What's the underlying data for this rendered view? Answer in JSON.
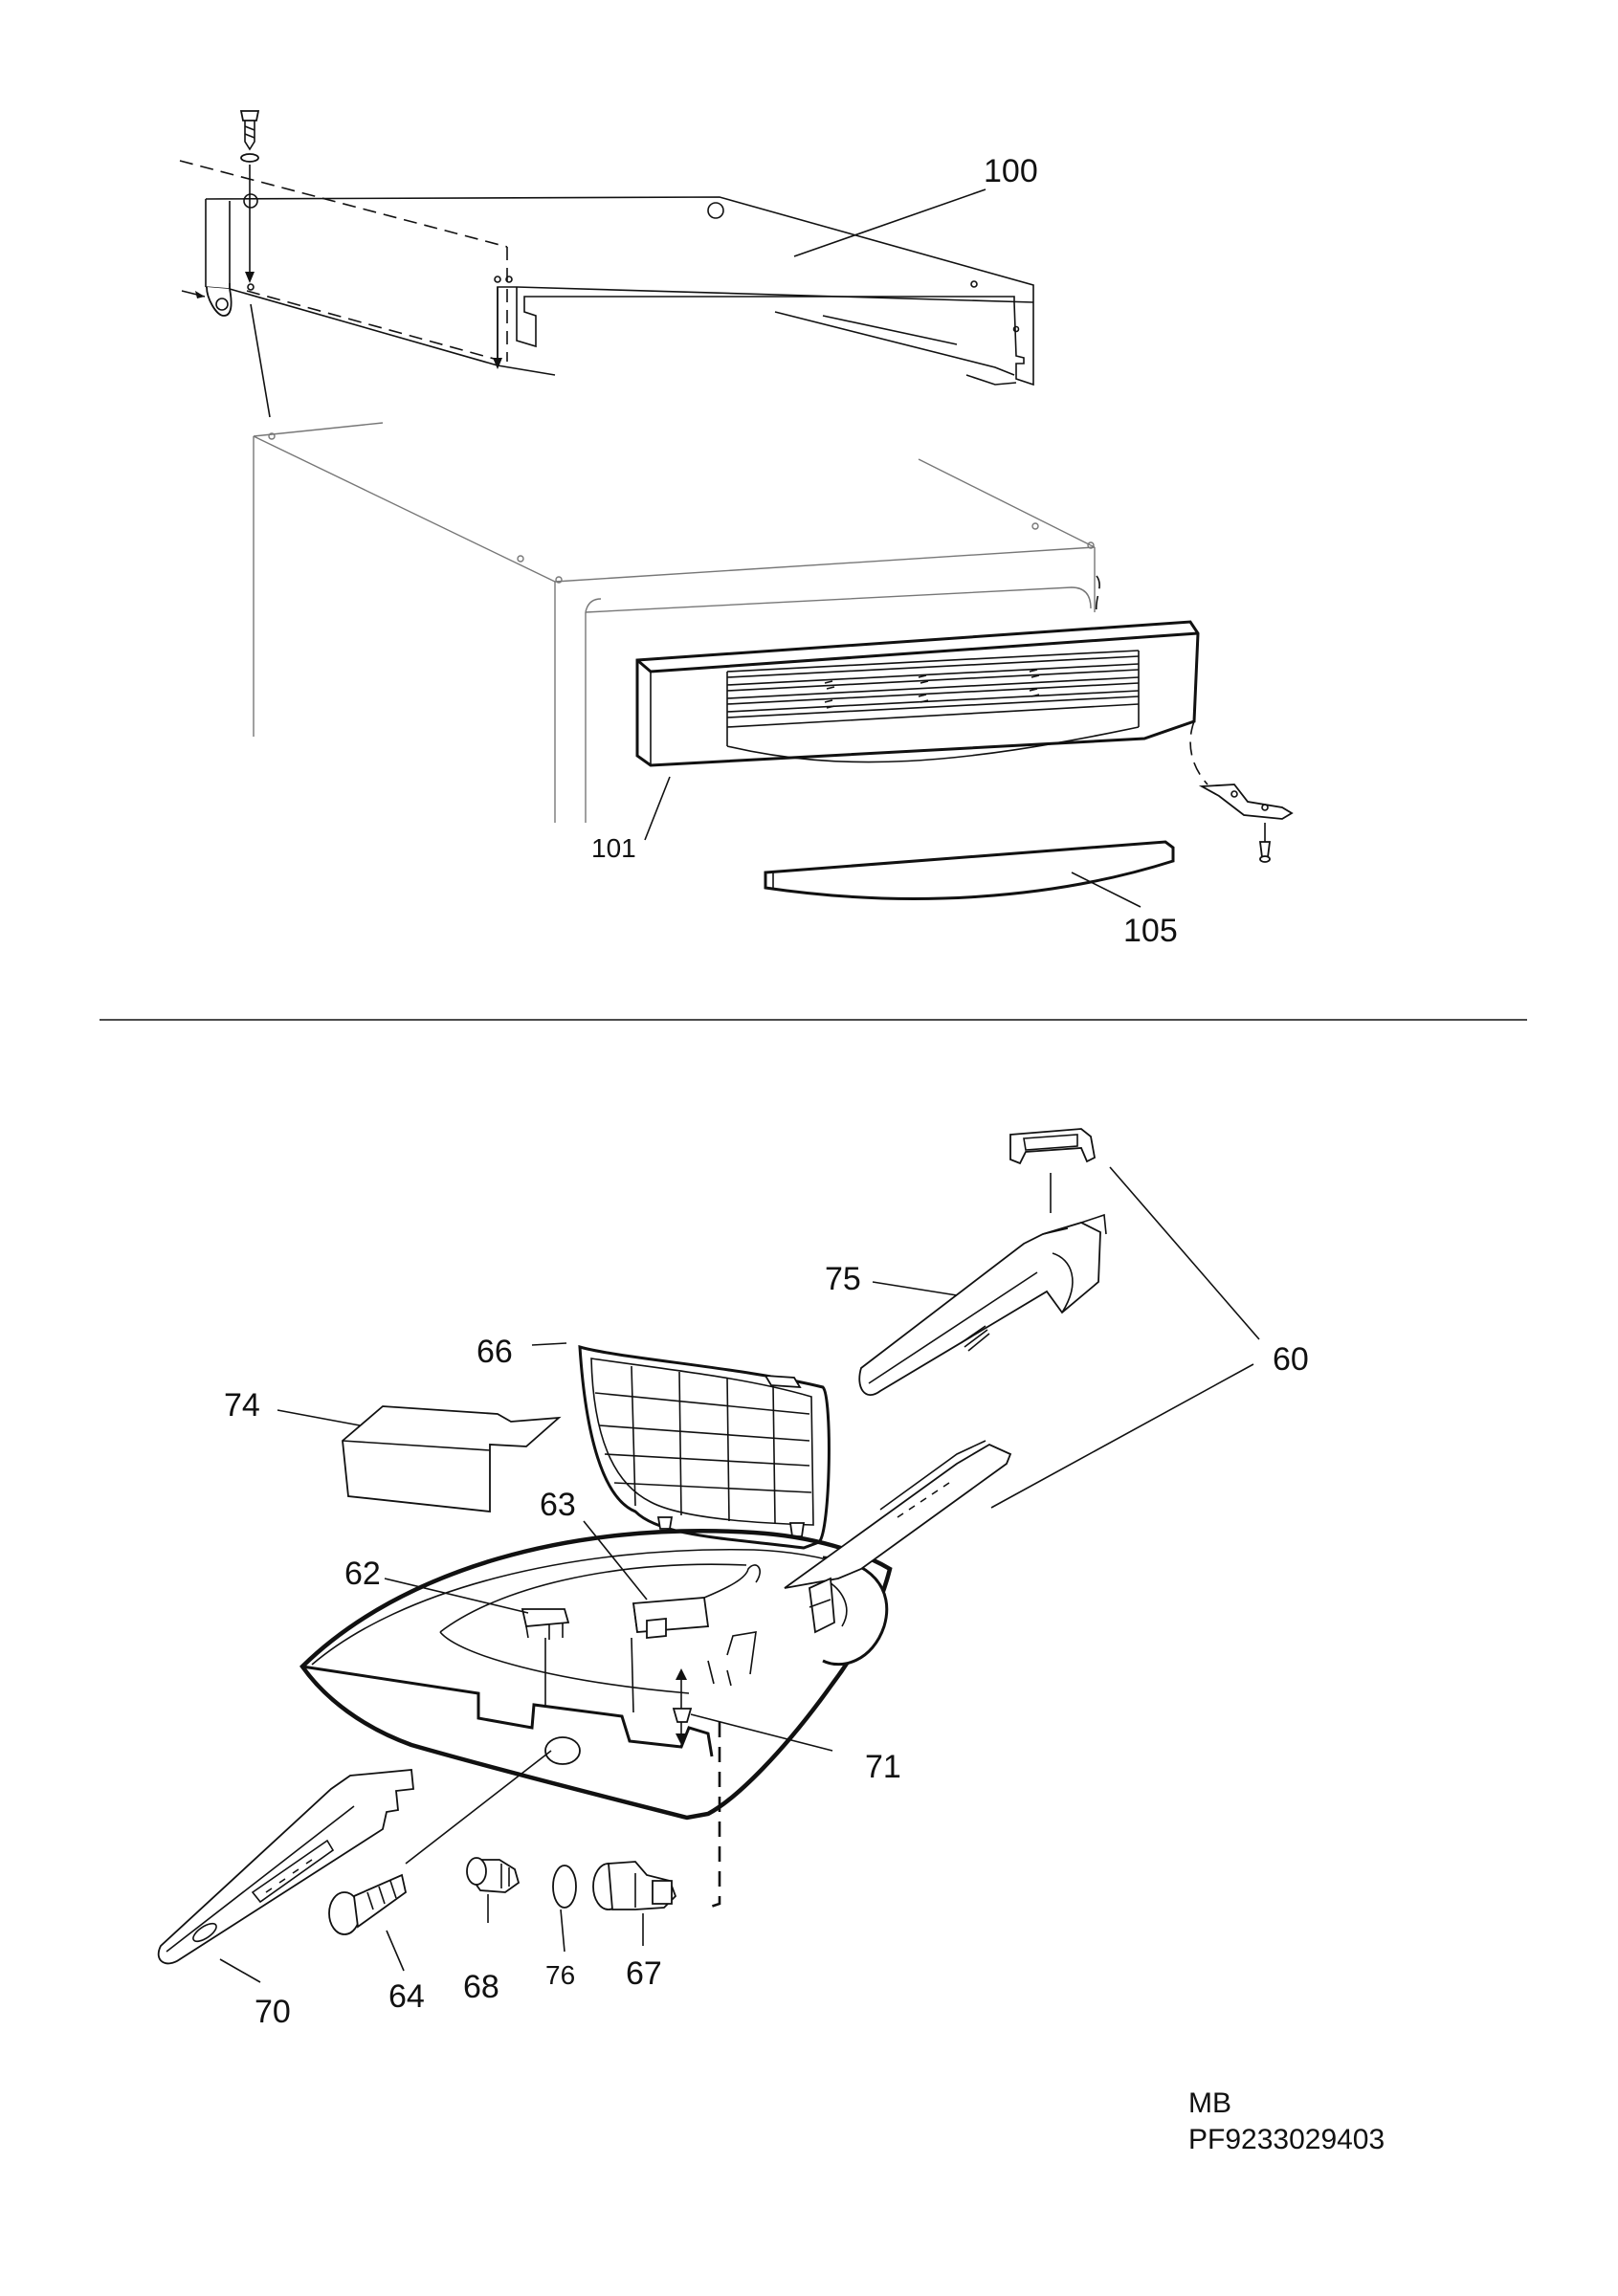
{
  "labels": {
    "p100": "100",
    "p101": "101",
    "p105": "105",
    "p60": "60",
    "p62": "62",
    "p63": "63",
    "p64": "64",
    "p66": "66",
    "p67": "67",
    "p68": "68",
    "p70": "70",
    "p71": "71",
    "p74": "74",
    "p75": "75",
    "p76": "76"
  },
  "reference": {
    "line1": "MB",
    "line2": "PF9233029403"
  }
}
